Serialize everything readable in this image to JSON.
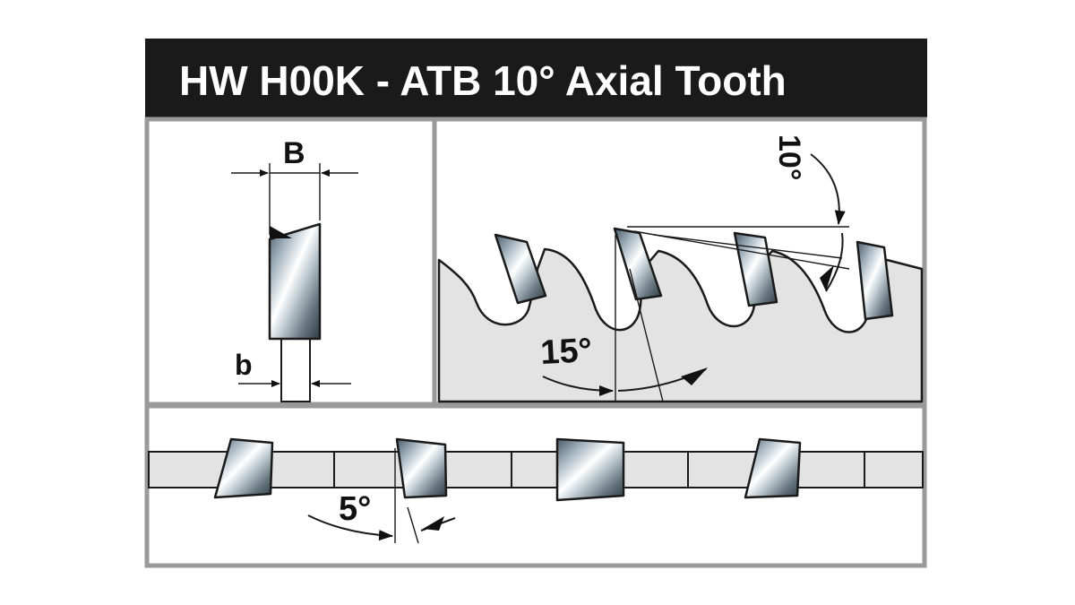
{
  "title": "HW H00K - ATB 10° Axial Tooth",
  "labels": {
    "kerf_width": "B",
    "body_thickness": "b",
    "hook_angle": "15°",
    "top_bevel_angle": "10°",
    "axial_angle": "5°"
  },
  "colors": {
    "title_bar": "#1a1a1a",
    "panel_border": "#9a9a9a",
    "blade_body": "#e3e3e3",
    "carbide_light": "#ffffff",
    "carbide_dark": "#4a5a66"
  }
}
